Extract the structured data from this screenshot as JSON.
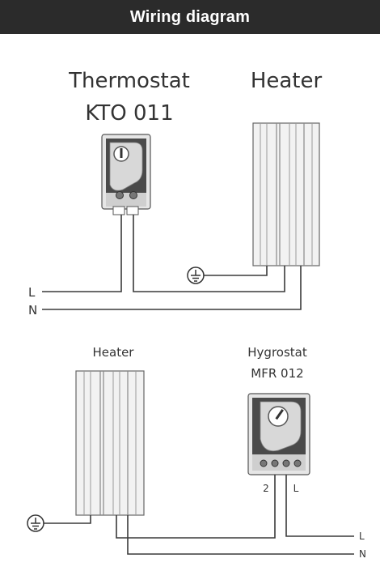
{
  "header": {
    "title": "Wiring diagram"
  },
  "diagram1": {
    "thermostat_name": "Thermostat",
    "thermostat_model": "KTO 011",
    "heater_label": "Heater",
    "line_label": "L",
    "neutral_label": "N"
  },
  "diagram2": {
    "heater_label": "Heater",
    "hygrostat_name": "Hygrostat",
    "hygrostat_model": "MFR 012",
    "terminal_2": "2",
    "terminal_l": "L",
    "line_label": "L",
    "neutral_label": "N"
  },
  "icons": {
    "ground": "ground-symbol-icon",
    "dial": "dial-icon",
    "screw": "screw-terminal-icon"
  }
}
